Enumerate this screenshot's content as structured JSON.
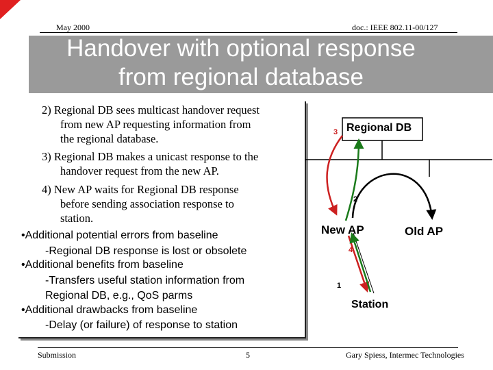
{
  "header": {
    "date": "May 2000",
    "doc_id": "doc.: IEEE 802.11-00/127"
  },
  "title": {
    "line1": "Handover with optional response",
    "line2": "from regional database"
  },
  "steps": [
    {
      "l1": "2) Regional DB sees multicast handover request",
      "l2": "from new AP requesting information from",
      "l3": "the regional database."
    },
    {
      "l1": "3) Regional DB makes a unicast response to the",
      "l2": "handover request from the new AP."
    },
    {
      "l1": "4) New AP waits for Regional DB response",
      "l2": "before sending association response to",
      "l3": "station."
    }
  ],
  "bullets": [
    {
      "head": "•Additional potential errors from baseline",
      "subs": [
        "-Regional DB response is lost or obsolete"
      ]
    },
    {
      "head": "•Additional benefits from baseline",
      "subs": [
        "-Transfers useful station information from",
        "Regional DB, e.g., QoS parms"
      ]
    },
    {
      "head": "•Additional drawbacks from baseline",
      "subs": [
        "-Delay (or failure) of response to station"
      ]
    }
  ],
  "diagram": {
    "regional_db": "Regional DB",
    "new_ap": "New AP",
    "old_ap": "Old AP",
    "station": "Station",
    "labels": {
      "n3": "3",
      "n2": "2",
      "n4": "4",
      "n1": "1"
    },
    "colors": {
      "red_arrow": "#cc2020",
      "green_arrow": "#1a7a1a",
      "black_arrow": "#000000"
    }
  },
  "footer": {
    "left": "Submission",
    "page": "5",
    "right": "Gary Spiess, Intermec Technologies"
  }
}
